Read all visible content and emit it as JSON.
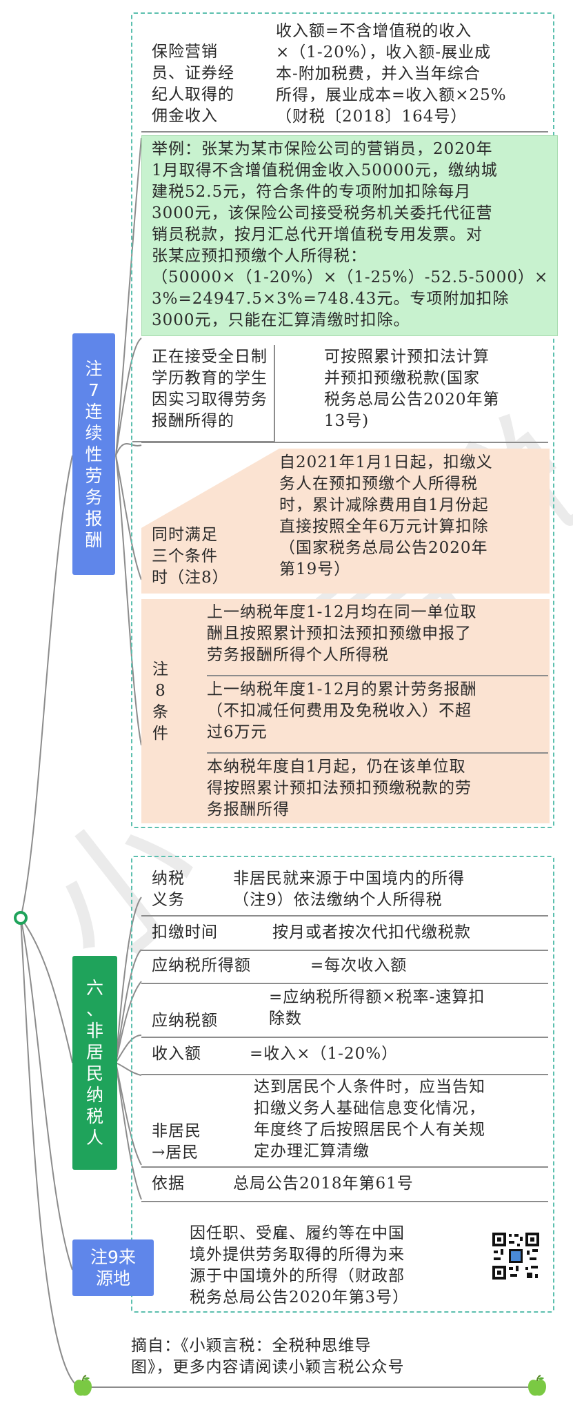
{
  "watermark": {
    "chars": [
      "小",
      "颖",
      "言",
      "税"
    ]
  },
  "section_labor": {
    "label": "注\n7\n连\n续\n性\n劳\n务\n报\n酬",
    "insurance": {
      "title": "保险营销\n员、证券经\n纪人取得的\n佣金收入",
      "content": "收入额=不含增值税的收入\n×（1-20%），收入额-展业成\n本-附加税费，并入当年综合\n所得，展业成本=收入额×25%\n（财税〔2018〕164号）"
    },
    "example": "举例：张某为某市保险公司的营销员，2020年\n1月取得不含增值税佣金收入50000元，缴纳城\n建税52.5元，符合条件的专项附加扣除每月\n3000元，该保险公司接受税务机关委托代征营\n销员税款，按月汇总代开增值税专用发票。对\n张某应预扣预缴个人所得税：\n（50000×（1-20%）×（1-25%）-52.5-5000）×\n3%=24947.5×3%=748.43元。专项附加扣除\n3000元，只能在汇算清缴时扣除。",
    "students": {
      "title": "正在接受全日制\n学历教育的学生\n因实习取得劳务\n报酬所得的",
      "content": "可按照累计预扣法计算\n并预扣预缴税款(国家\n税务总局公告2020年第\n13号)"
    },
    "three_conditions": {
      "title": "同时满足\n三个条件\n时（注8）",
      "content": "自2021年1月1日起，扣缴义\n务人在预扣预缴个人所得税\n时，累计减除费用自1月份起\n直接按照全年6万元计算扣除\n（国家税务总局公告2020年\n第19号）"
    },
    "note8": {
      "label": "注\n8\n条\n件",
      "items": [
        "上一纳税年度1-12月均在同一单位取\n酬且按照累计预扣法预扣预缴申报了\n劳务报酬所得个人所得税",
        "上一纳税年度1-12月的累计劳务报酬\n（不扣减任何费用及免税收入）不超\n过6万元",
        "本纳税年度自1月起，仍在该单位取\n得按照累计预扣法预扣预缴税款的劳\n务报酬所得"
      ]
    }
  },
  "section_nonres": {
    "label": "六\n、\n非\n居\n民\n纳\n税\n人",
    "rows": [
      {
        "title": "纳税\n义务",
        "content": "非居民就来源于中国境内的所得\n（注9）依法缴纳个人所得税"
      },
      {
        "title": "扣缴时间",
        "content": "按月或者按次代扣代缴税款"
      },
      {
        "title": "应纳税所得额",
        "content": "=每次收入额"
      },
      {
        "title": "应纳税额",
        "content": "=应纳税所得额×税率-速算扣\n除数"
      },
      {
        "title": "收入额",
        "content": "=收入×（1-20%）"
      },
      {
        "title": "非居民\n→居民",
        "content": "达到居民个人条件时，应当告知\n扣缴义务人基础信息变化情况，\n年度终了后按照居民个人有关规\n定办理汇算清缴"
      },
      {
        "title": "依据",
        "content": "总局公告2018年第61号"
      }
    ]
  },
  "section_source": {
    "label": "注9来\n源地",
    "content": "因任职、受雇、履约等在中国\n境外提供劳务取得的所得为来\n源于中国境外的所得（财政部\n税务总局公告2020年第3号）"
  },
  "footer": {
    "text": "摘自：《小颖言税：全税种思维导\n图》，更多内容请阅读小颖言税公众号"
  },
  "colors": {
    "blue": "#5f86ea",
    "green": "#1fa35b",
    "mint": "#c8f2cf",
    "peach": "#fbe3d2",
    "dash": "#5bbfae"
  }
}
